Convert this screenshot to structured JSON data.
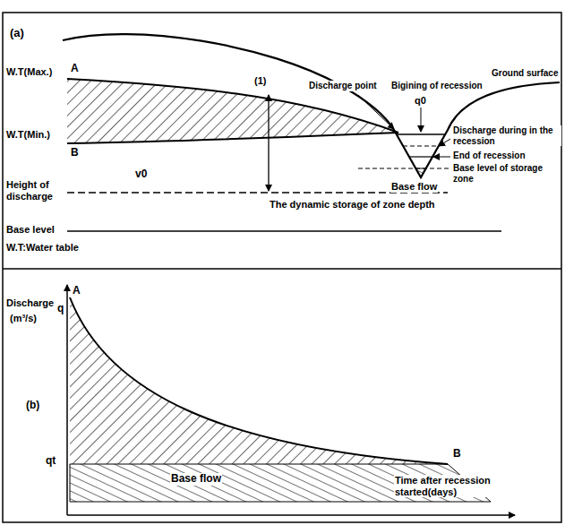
{
  "diagram": {
    "labels": [
      "(a)",
      "W.T(Max.)",
      "A",
      "(1)",
      "W.T(Min.)",
      "B",
      "v0",
      "Height of discharge",
      "Discharge point",
      "Bigining of recession",
      "q0",
      "Ground surface",
      "Discharge during in the recession",
      "End of recession",
      "Base level of storage zone",
      "Base flow",
      "The dynamic storage of zone depth",
      "Base level",
      "W.T:Water table",
      "Discharge",
      "q",
      "A",
      "(m³/s)",
      "(b)",
      "qt",
      "B",
      "Base flow",
      "Time after recession started(days)"
    ]
  }
}
